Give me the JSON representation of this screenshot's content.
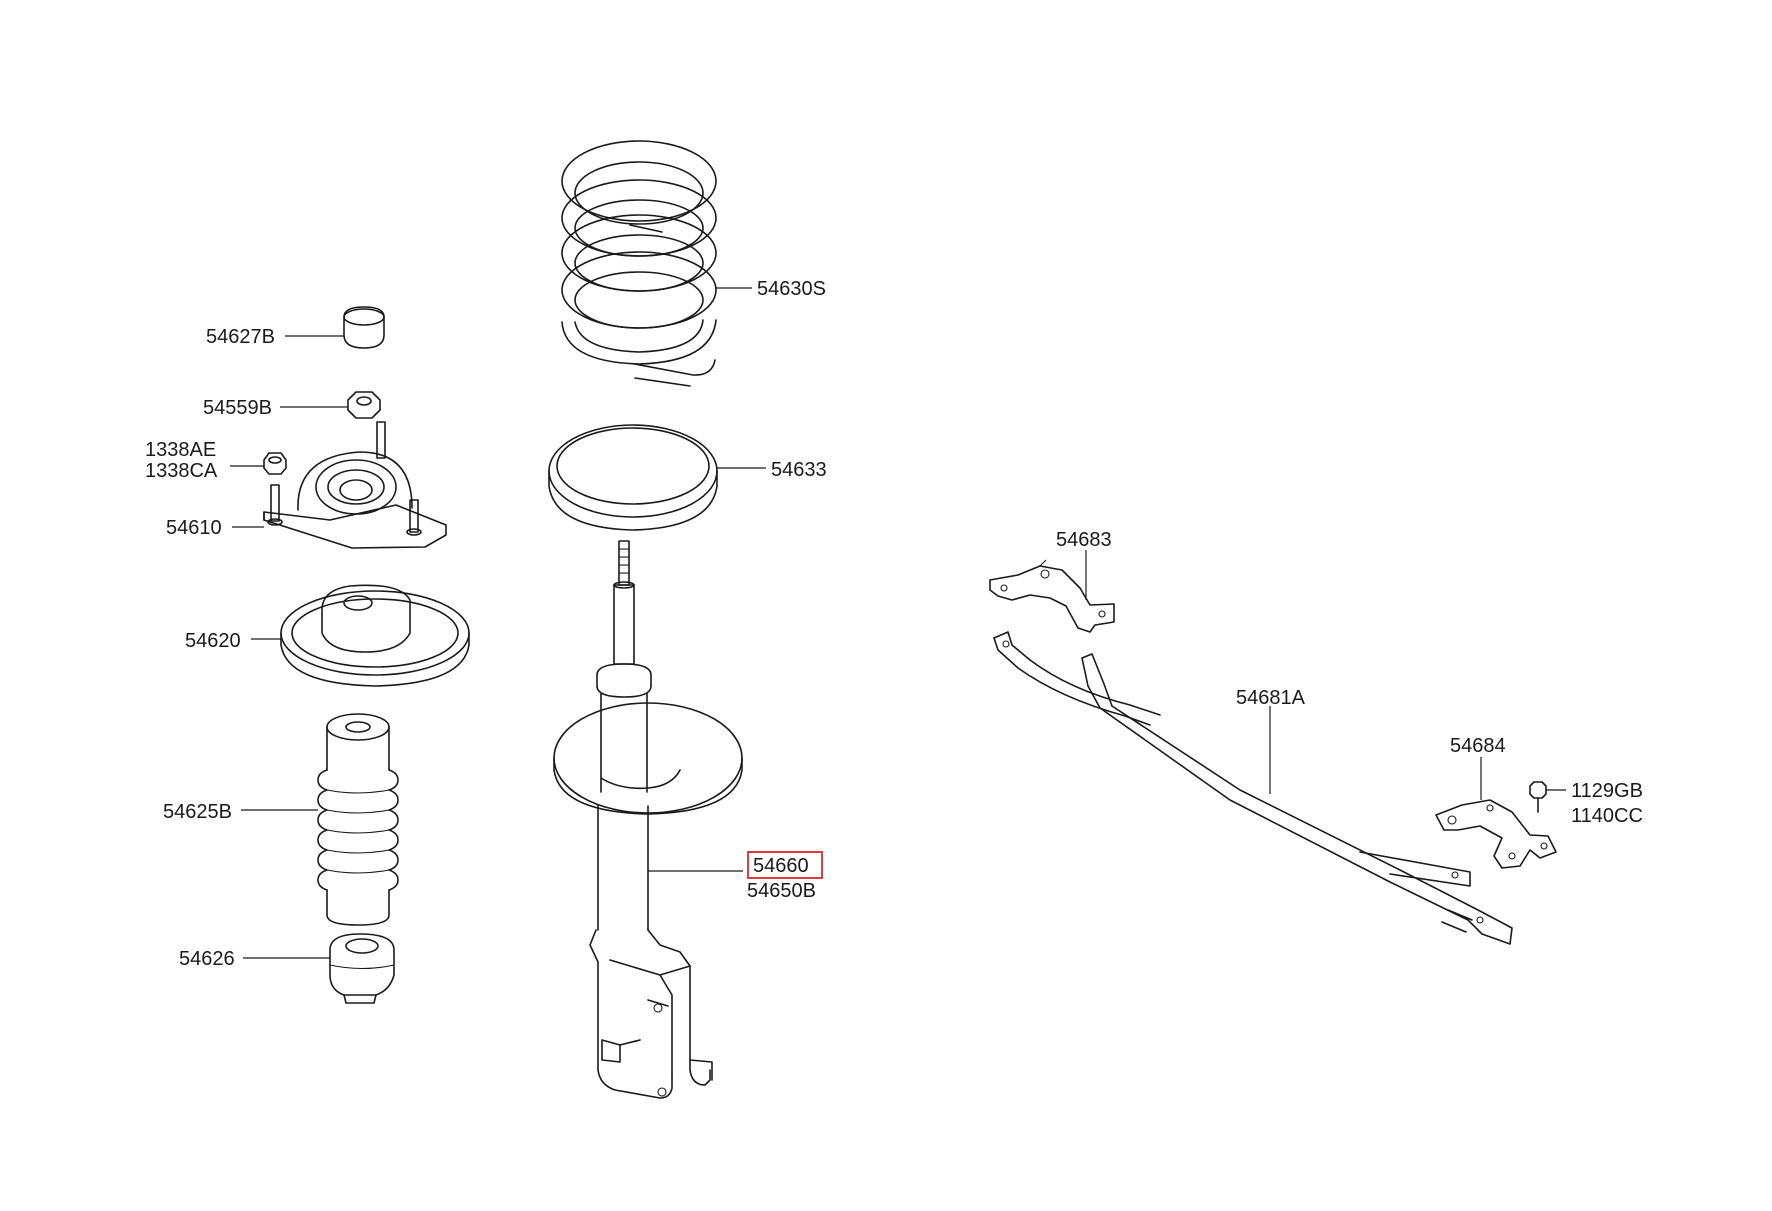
{
  "colors": {
    "line": "#1a1a1a",
    "highlight": "#d62b2b",
    "background": "#ffffff"
  },
  "labels": {
    "l54627B": "54627B",
    "l54559B": "54559B",
    "l1338AE": "1338AE",
    "l1338CA": "1338CA",
    "l54610": "54610",
    "l54620": "54620",
    "l54625B": "54625B",
    "l54626": "54626",
    "l54630S": "54630S",
    "l54633": "54633",
    "l54660": "54660",
    "l54650B": "54650B",
    "l54683": "54683",
    "l54681A": "54681A",
    "l54684": "54684",
    "l1129GB": "1129GB",
    "l1140CC": "1140CC"
  },
  "highlighted_part": "54660"
}
